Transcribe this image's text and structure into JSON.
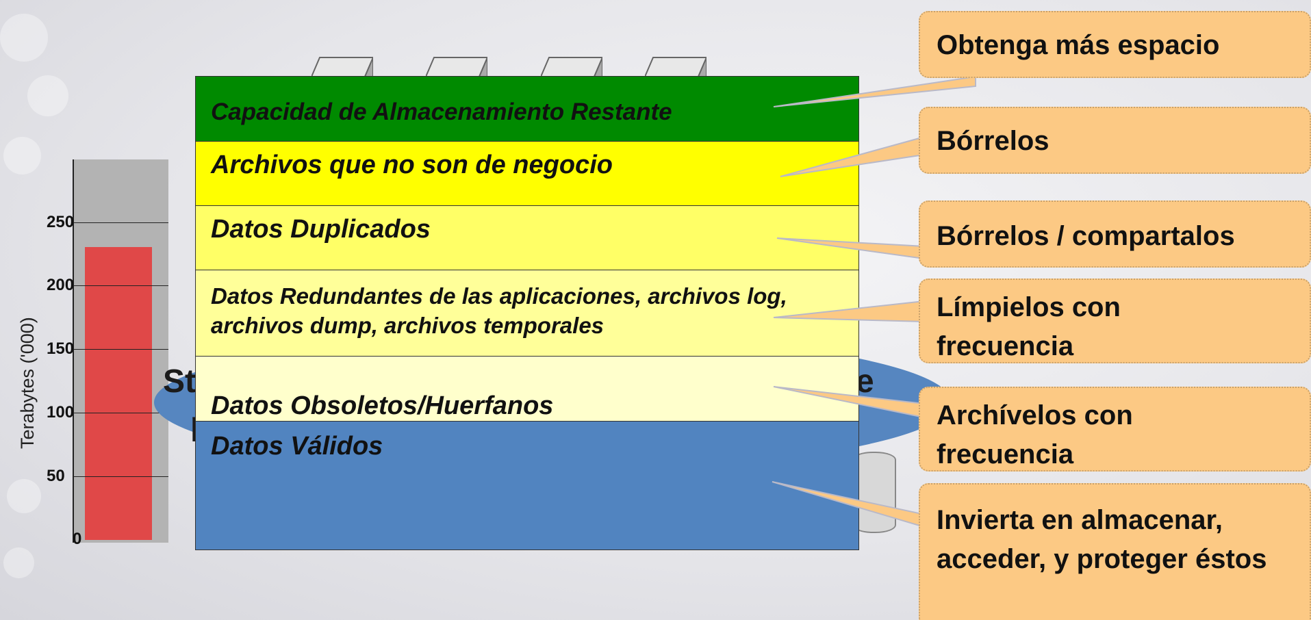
{
  "chart": {
    "ylabel": "Terabytes ('000)",
    "ticks": [
      "250",
      "200",
      "150",
      "100",
      "50",
      "0"
    ],
    "bar_value": 230,
    "ymax": 300,
    "bar_color": "#e04848"
  },
  "layers": [
    {
      "label": "Capacidad de Almacenamiento Restante",
      "color": "#008a00"
    },
    {
      "label": "Archivos que no son de negocio",
      "color": "#ffff00"
    },
    {
      "label": "Datos Duplicados",
      "color": "#ffff66"
    },
    {
      "label": "Datos Redundantes de las aplicaciones, archivos log, archivos dump, archivos temporales",
      "color": "#ffff99"
    },
    {
      "label": "Datos Obsoletos/Huerfanos",
      "color": "#ffffcc"
    },
    {
      "label": "Datos Válidos",
      "color": "#5184c0"
    }
  ],
  "callouts": [
    "Obtenga más espacio",
    "Bórrelos",
    "Bórrelos / compartalos",
    "Límpielos con frecuencia",
    "Archívelos con frecuencia",
    "Invierta en almacenar, acceder, y proteger éstos"
  ],
  "background_text": {
    "left_fragment": "St",
    "right_fragment": "e",
    "lower_fragment": "p"
  }
}
